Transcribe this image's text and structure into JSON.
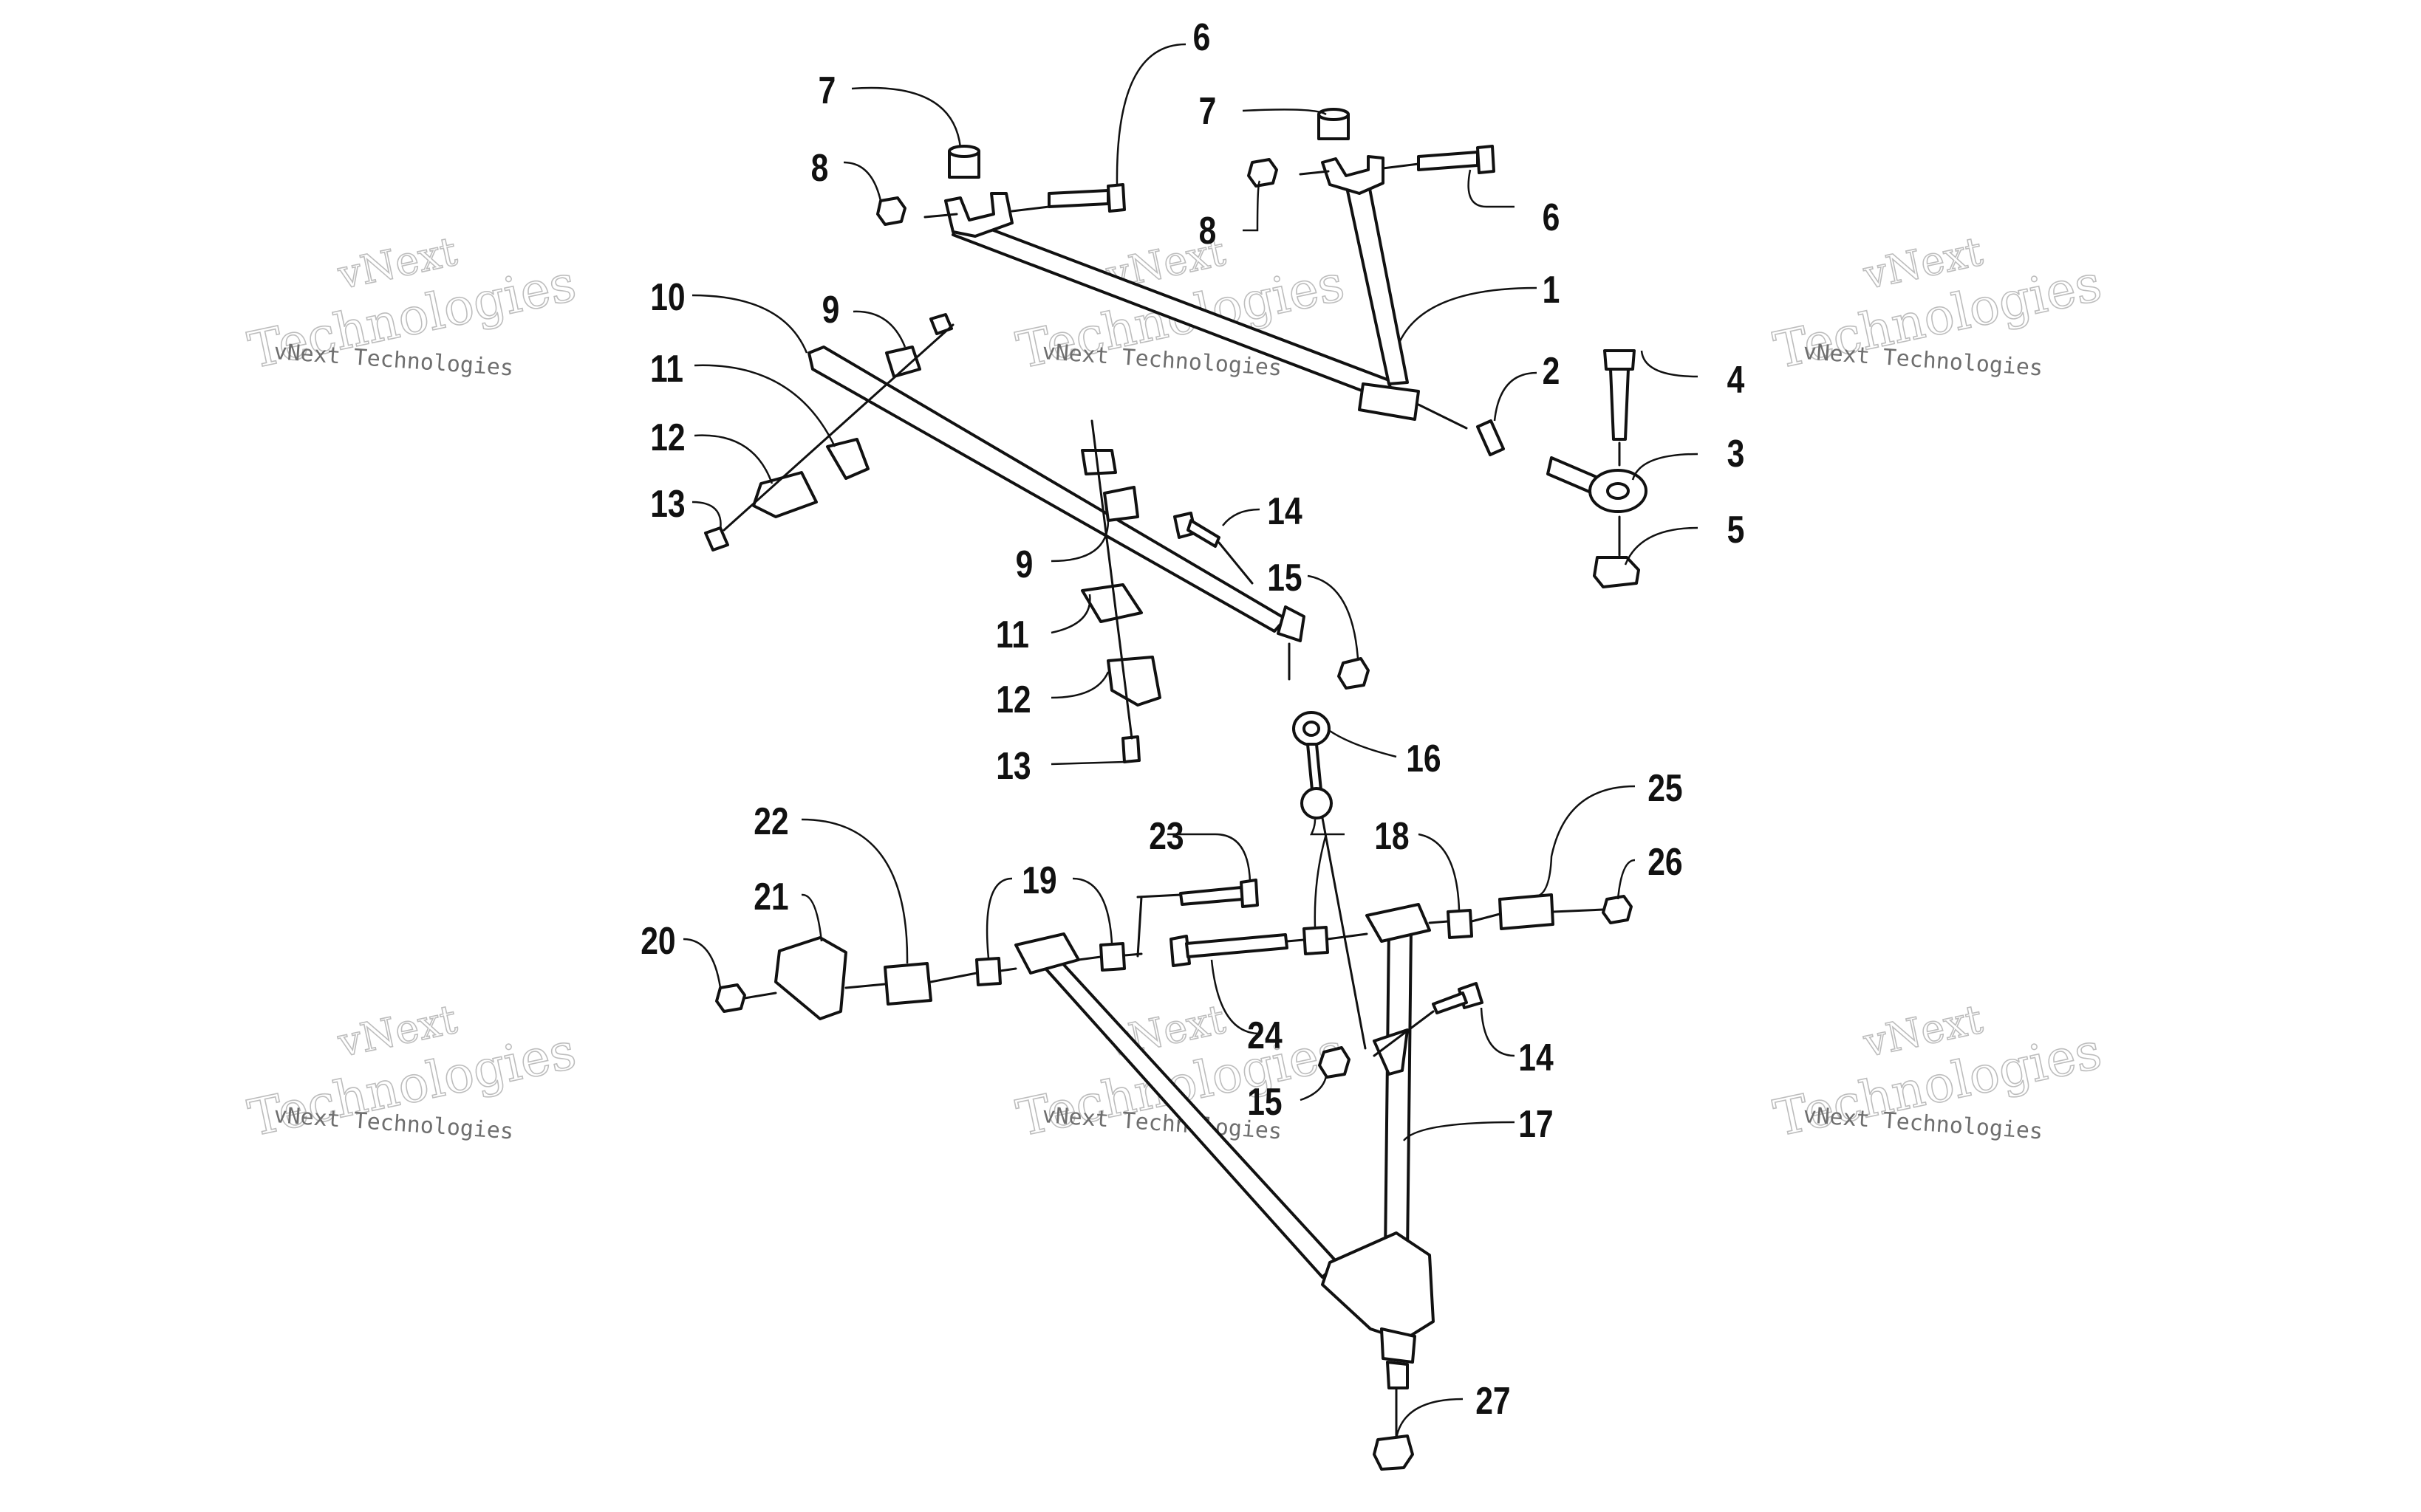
{
  "watermark": {
    "line_small": "vNext Technologies",
    "line_top": "vNext",
    "line_big": "Technologies"
  },
  "callouts": {
    "c1": "1",
    "c2": "2",
    "c3": "3",
    "c4": "4",
    "c5": "5",
    "c6": "6",
    "c7": "7",
    "c8": "8",
    "c9": "9",
    "c10": "10",
    "c11": "11",
    "c12": "12",
    "c13": "13",
    "c14": "14",
    "c15": "15",
    "c16": "16",
    "c17": "17",
    "c18": "18",
    "c19": "19",
    "c20": "20",
    "c21": "21",
    "c22": "22",
    "c23": "23",
    "c24": "24",
    "c25": "25",
    "c26": "26",
    "c27": "27"
  }
}
